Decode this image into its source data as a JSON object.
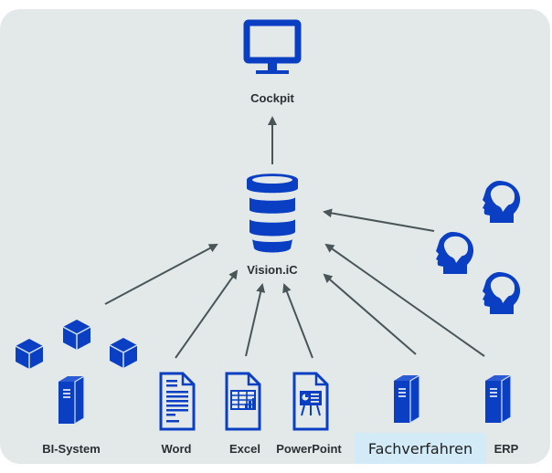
{
  "diagram": {
    "center": {
      "label": "Vision.iC",
      "icon": "database-icon"
    },
    "top": {
      "label": "Cockpit",
      "icon": "monitor-icon"
    },
    "sources": [
      {
        "id": "bi-system",
        "label": "BI-System",
        "icon": "server-with-cubes-icon"
      },
      {
        "id": "word",
        "label": "Word",
        "icon": "word-document-icon"
      },
      {
        "id": "excel",
        "label": "Excel",
        "icon": "spreadsheet-document-icon"
      },
      {
        "id": "powerpoint",
        "label": "PowerPoint",
        "icon": "presentation-document-icon"
      },
      {
        "id": "fachverfahren",
        "label": "Fachverfahren",
        "icon": "server-icon",
        "highlighted": true
      },
      {
        "id": "erp",
        "label": "ERP",
        "icon": "server-icon"
      },
      {
        "id": "experts",
        "label": "",
        "icon": "brain-head-icon"
      }
    ],
    "edges": [
      {
        "from": "vision-ic",
        "to": "cockpit"
      },
      {
        "from": "bi-system",
        "to": "vision-ic"
      },
      {
        "from": "word",
        "to": "vision-ic"
      },
      {
        "from": "excel",
        "to": "vision-ic"
      },
      {
        "from": "powerpoint",
        "to": "vision-ic"
      },
      {
        "from": "fachverfahren",
        "to": "vision-ic"
      },
      {
        "from": "erp",
        "to": "vision-ic"
      },
      {
        "from": "experts",
        "to": "vision-ic"
      }
    ],
    "colors": {
      "icon": "#0a3fc4",
      "arrow": "#4a5558",
      "panel": "#e3e9e9",
      "highlight": "#d3ebf7"
    }
  }
}
